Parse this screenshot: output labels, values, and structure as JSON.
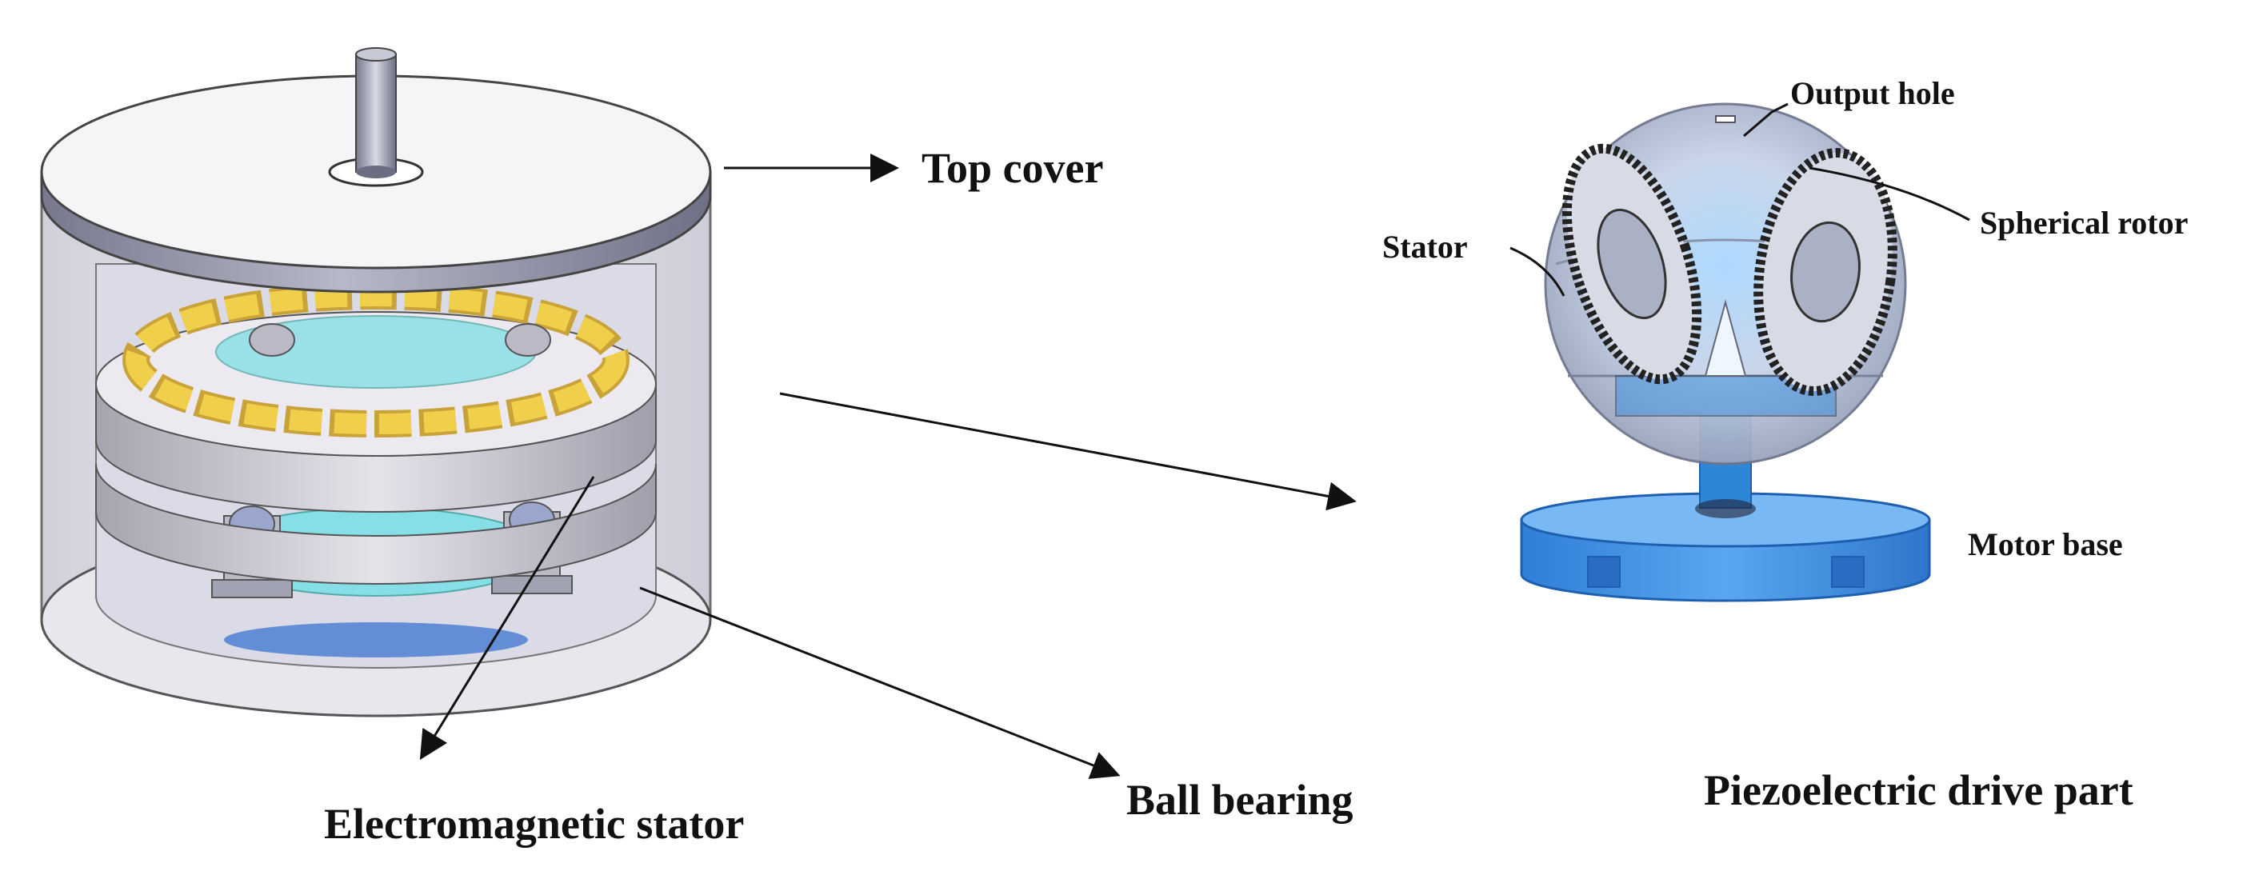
{
  "labels": {
    "top_cover": "Top cover",
    "electromagnetic_stator": "Electromagnetic stator",
    "ball_bearing": "Ball bearing",
    "output_hole": "Output hole",
    "stator": "Stator",
    "spherical_rotor": "Spherical rotor",
    "motor_base": "Motor base",
    "piezoelectric_drive_part": "Piezoelectric drive part"
  },
  "colors": {
    "housing": "#dcdde6",
    "cover_rim": "#8c8ca2",
    "coil": "#e8c23c",
    "cyan_part": "#86dfe6",
    "blue_base": "#3f8fe6",
    "sphere": "#cfd6e6"
  }
}
